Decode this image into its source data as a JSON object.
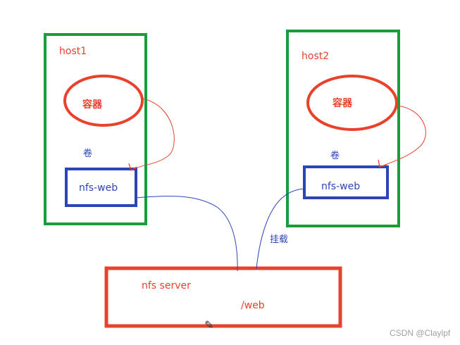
{
  "host1": {
    "label": "host1",
    "container": "容器",
    "volume_caption": "卷",
    "volume": "nfs-web"
  },
  "host2": {
    "label": "host2",
    "container": "容器",
    "volume_caption": "卷",
    "volume": "nfs-web"
  },
  "mount_label": "挂载",
  "server": {
    "label": "nfs server",
    "path": "/web"
  },
  "watermark": "CSDN @Claylpf",
  "colors": {
    "host_border": "#1a9c3c",
    "volume_border": "#2c44b8",
    "container_stroke": "#e8412c",
    "server_border": "#e8412c",
    "red_text": "#e8412c",
    "blue_text": "#2c44b8"
  },
  "icons": {
    "pencil": "pencil-icon"
  }
}
